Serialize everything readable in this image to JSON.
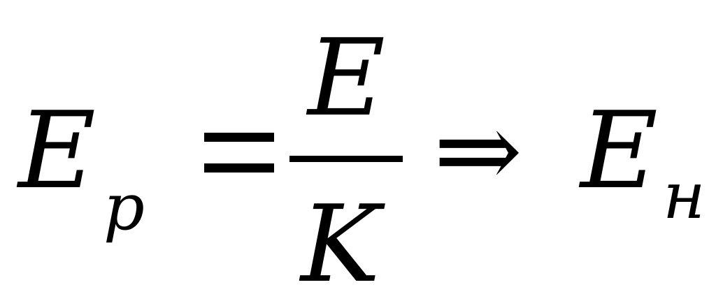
{
  "formula": {
    "lhs": {
      "base": "E",
      "subscript": "p"
    },
    "equals": "=",
    "fraction": {
      "numerator": "E",
      "denominator": "K"
    },
    "implies": "⇒",
    "rhs": {
      "base": "E",
      "subscript": "н"
    }
  }
}
